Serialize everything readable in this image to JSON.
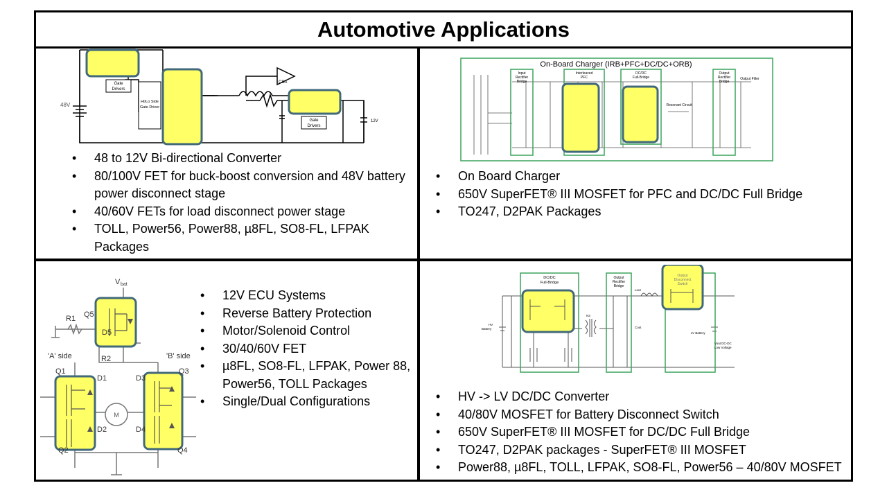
{
  "title": "Automotive Applications",
  "q1": {
    "bullets": [
      "48 to 12V Bi-directional Converter",
      "80/100V FET for buck-boost conversion and 48V battery power disconnect stage",
      "40/60V FETs for load disconnect power stage",
      "TOLL, Power56, Power88, µ8FL, SO8-FL, LFPAK Packages"
    ],
    "diagram": {
      "gate_drivers_1": "Gate",
      "gate_drivers_1b": "Drivers",
      "hilo_line1": "HI/Lo Side",
      "hilo_line2": "Gate Driver",
      "v48": "48V",
      "csa": "CSA",
      "gate_drivers_2": "Gate",
      "gate_drivers_2b": "Drivers",
      "v12": "12V"
    }
  },
  "q2": {
    "bullets": [
      "On Board Charger",
      "650V SuperFET® III MOSFET for PFC and DC/DC Full Bridge",
      "TO247, D2PAK Packages"
    ],
    "diagram": {
      "title": "On-Board Charger (IRB+PFC+DC/DC+ORB)",
      "input_rect_1": "Input",
      "input_rect_2": "Rectifier",
      "input_rect_3": "Bridge",
      "pfc_1": "Interleaved",
      "pfc_2": "PFC",
      "dcdc_1": "DC/DC",
      "dcdc_2": "Full-Bridge",
      "out_1": "Output",
      "out_2": "Rectifier",
      "out_3": "Bridge",
      "output_filter": "Output Filter",
      "resonant": "Resonant Circuit"
    }
  },
  "q3": {
    "bullets": [
      "12V ECU Systems",
      "Reverse Battery Protection",
      "Motor/Solenoid Control",
      "30/40/60V FET",
      "µ8FL, SO8-FL, LFPAK, Power 88, Power56, TOLL Packages",
      "Single/Dual Configurations"
    ],
    "diagram": {
      "vbat": "V",
      "vbat_sub": "bat",
      "r1": "R1",
      "q5": "Q5",
      "d5": "D5",
      "r2": "R2",
      "a_side": "'A' side",
      "b_side": "'B' side",
      "q1": "Q1",
      "d1": "D1",
      "q2": "Q2",
      "d2": "D2",
      "q3": "Q3",
      "d3": "D3",
      "q4": "Q4",
      "d4": "D4",
      "motor": "M"
    }
  },
  "q4": {
    "bullets": [
      "HV -> LV DC/DC Converter",
      "40/80V MOSFET for Battery Disconnect Switch",
      "650V SuperFET® III MOSFET for DC/DC Full Bridge",
      "TO247, D2PAK packages - SuperFET® III MOSFET",
      "Power88, µ8FL, TOLL, LFPAK, SO8-FL, Power56 – 40/80V MOSFET"
    ],
    "diagram": {
      "dcdc_1": "DC/DC",
      "dcdc_2": "Full-Bridge",
      "out_1": "Output",
      "out_2": "Rectifier",
      "out_3": "Bridge",
      "disc_1": "Output",
      "disc_2": "Disconnect",
      "disc_3": "Switch",
      "hv_batt_1": "HV",
      "hv_batt_2": "Battery",
      "lv_batt": "LV Battery",
      "vout_1": "Vout DC-DC",
      "vout_2": "Low Voltage",
      "n3": "N3",
      "lout": "Lout",
      "cout": "Cout"
    }
  }
}
